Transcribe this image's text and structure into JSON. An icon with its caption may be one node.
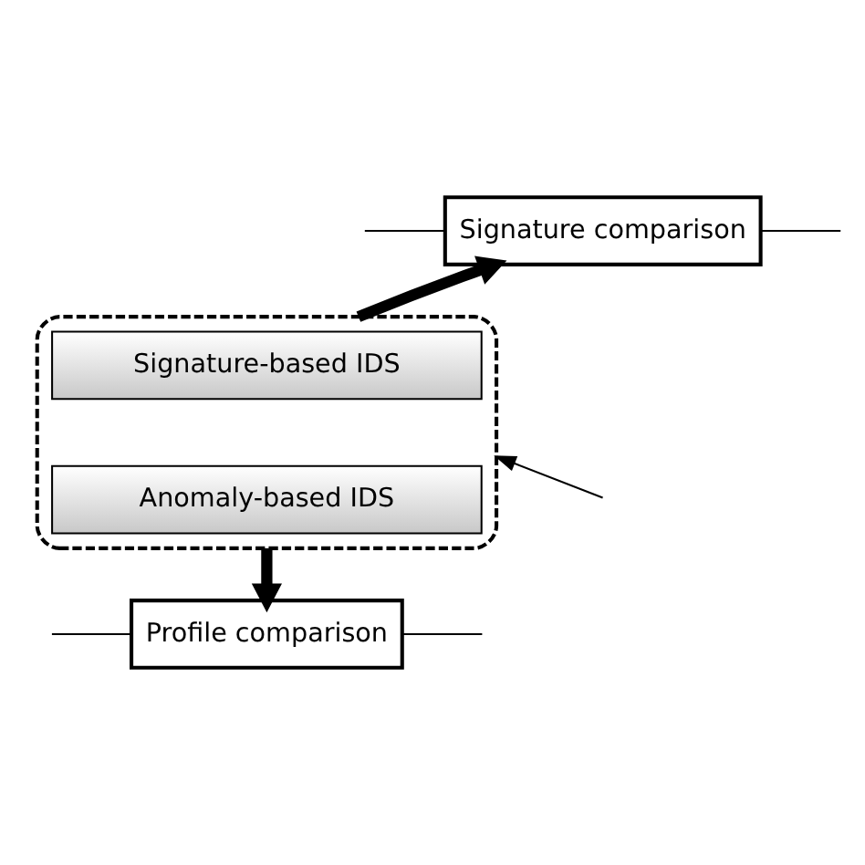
{
  "diagram": {
    "nodes": [
      {
        "text": [
          "Signature comparison"
        ]
      },
      {
        "text": [],
        "shape": "box"
      },
      {
        "text": [
          "Signature-based IDS"
        ],
        "in": 1
      },
      {
        "text": [
          "Anomaly-based IDS"
        ],
        "in": 1
      },
      {
        "text": [
          "Profile comparison"
        ]
      }
    ],
    "edges": [
      {
        "from": null,
        "to": 0,
        "arrow": "none"
      },
      {
        "from": 0,
        "to": null,
        "arrow": "none"
      },
      {
        "from": 1,
        "to": 0,
        "arrow": "to",
        "style": "thick"
      },
      {
        "from": null,
        "to": 1,
        "arrow": "to"
      },
      {
        "from": 1,
        "to": 4,
        "arrow": "to",
        "style": "thick"
      },
      {
        "from": null,
        "to": 4,
        "arrow": "none"
      },
      {
        "from": 4,
        "to": null,
        "arrow": "none"
      }
    ]
  }
}
